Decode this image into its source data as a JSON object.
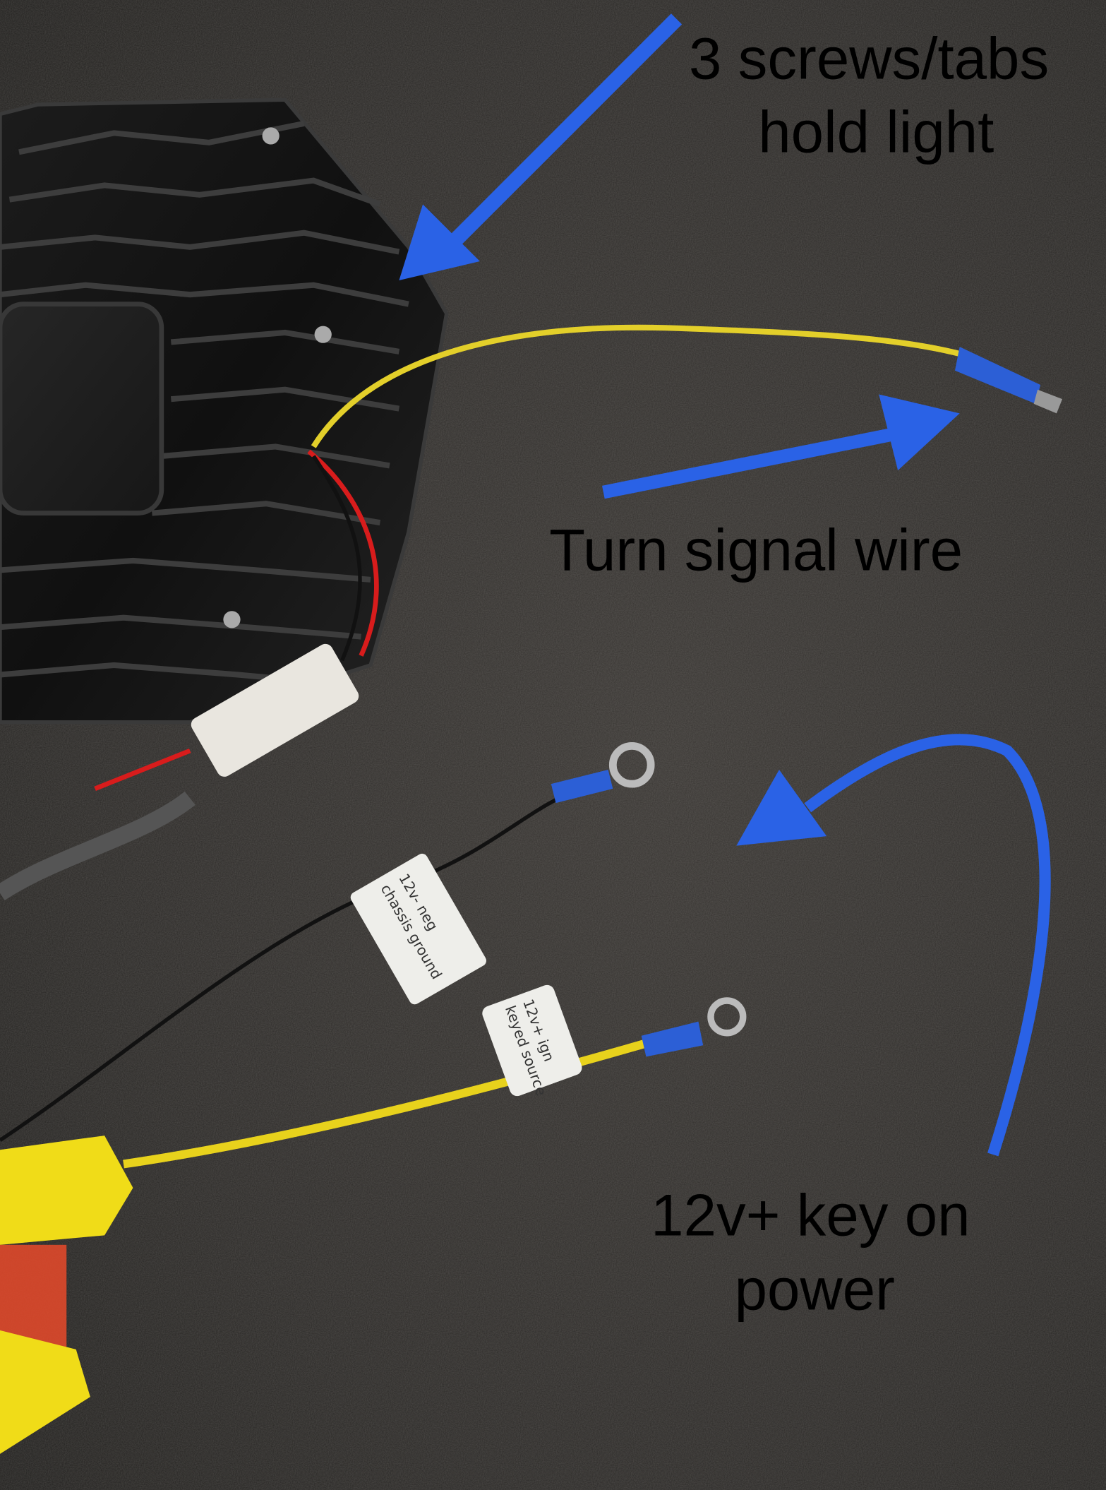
{
  "annotations": {
    "screws_line1": "3 screws/tabs",
    "screws_line2": "hold light",
    "turn_signal": "Turn signal wire",
    "power_line1": "12v+ key on",
    "power_line2": "power"
  },
  "wire_tags": {
    "ground_line1": "12v- neg",
    "ground_line2": "chassis ground",
    "ign_line1": "12v+ ign",
    "ign_line2": "keyed source"
  },
  "colors": {
    "background": "#1b1a19",
    "arrow": "#2a62e6",
    "wire_yellow": "#e8d21c",
    "wire_red": "#d81c1c",
    "terminal_blue": "#2c5fd6"
  }
}
